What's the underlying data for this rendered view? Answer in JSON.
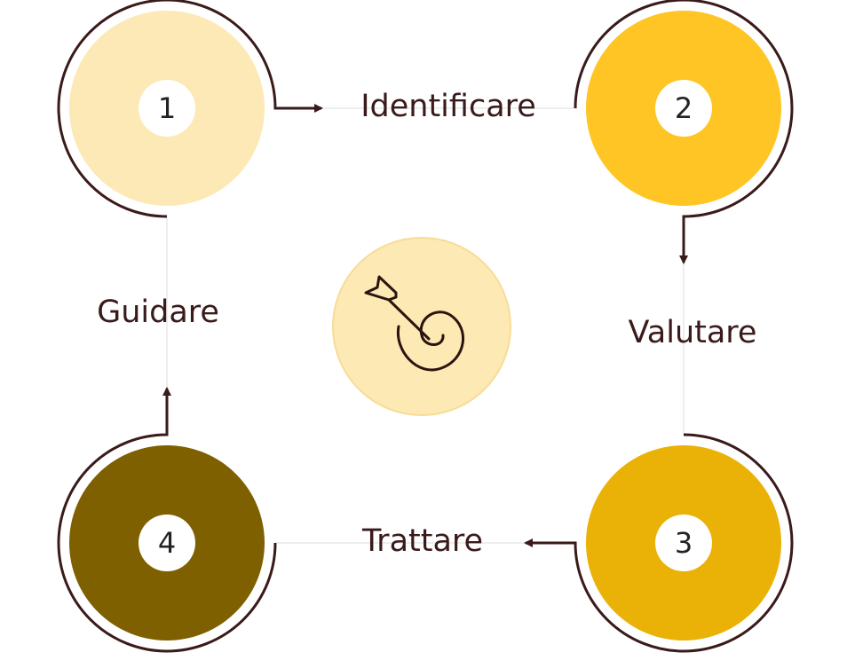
{
  "steps": [
    {
      "number": "1",
      "label": "Identificare",
      "color": "#fde9b5"
    },
    {
      "number": "2",
      "label": "Valutare",
      "color": "#fec524"
    },
    {
      "number": "3",
      "label": "Trattare",
      "color": "#eab106"
    },
    {
      "number": "4",
      "label": "Guidare",
      "color": "#7f6000"
    }
  ],
  "center_icon": "target-arrow-icon",
  "colors": {
    "stroke": "#3a1a1a",
    "center": "#fde9b4"
  }
}
